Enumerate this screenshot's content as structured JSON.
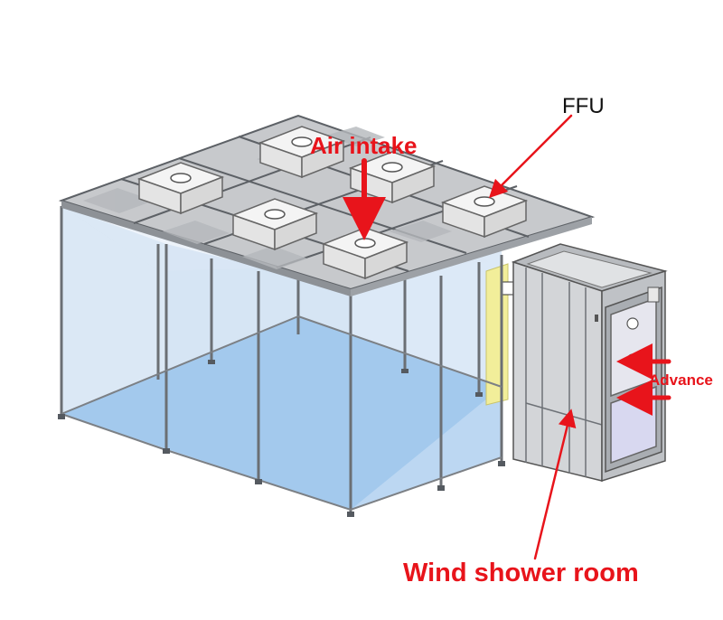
{
  "labels": {
    "ffu": "FFU",
    "air_intake": "Air intake",
    "advance": "Advance",
    "wind_shower_room": "Wind shower room"
  },
  "colors": {
    "annotation": "#e8141b",
    "frame": "#6b6f74",
    "glass_wall": "#c9dcf0",
    "floor": "#9fc6ec",
    "ffu_box": "#eeeeee",
    "shower_body": "#d3d5d8",
    "shower_window": "#d8d8f0",
    "yellow_curtain": "#f2ee9a"
  },
  "icons": [
    "arrow-icon"
  ]
}
